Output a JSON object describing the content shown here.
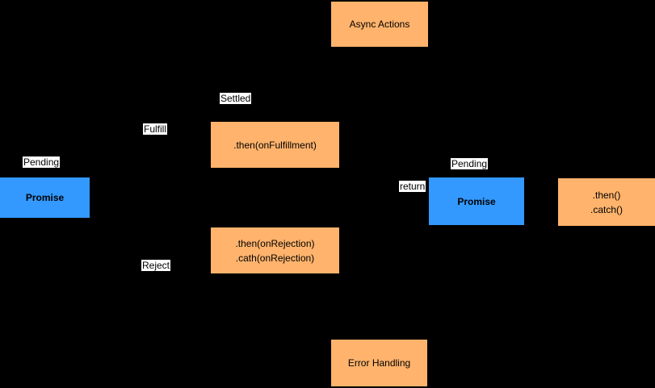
{
  "diagram": {
    "background": "#000000",
    "colors": {
      "process_fill": "#FFB36C",
      "promise_fill": "#3399FF",
      "label_bg": "#FFFFFF",
      "text": "#000000"
    },
    "nodes": {
      "async_actions": {
        "label": "Async Actions"
      },
      "then_fulfillment": {
        "label": ".then(onFulfillment)"
      },
      "then_rejection": {
        "lines": [
          ".then(onRejection)",
          ".cath(onRejection)"
        ]
      },
      "promise_left": {
        "label": "Promise"
      },
      "promise_right": {
        "label": "Promise"
      },
      "then_catch": {
        "lines": [
          ".then()",
          ".catch()"
        ]
      },
      "error_handling": {
        "label": "Error Handling"
      }
    },
    "edge_labels": {
      "pending_left": "Pending",
      "fulfill": "Fulfill",
      "settled": "Settled",
      "reject": "Reject",
      "return_label": "return",
      "pending_right": "Pending"
    }
  }
}
